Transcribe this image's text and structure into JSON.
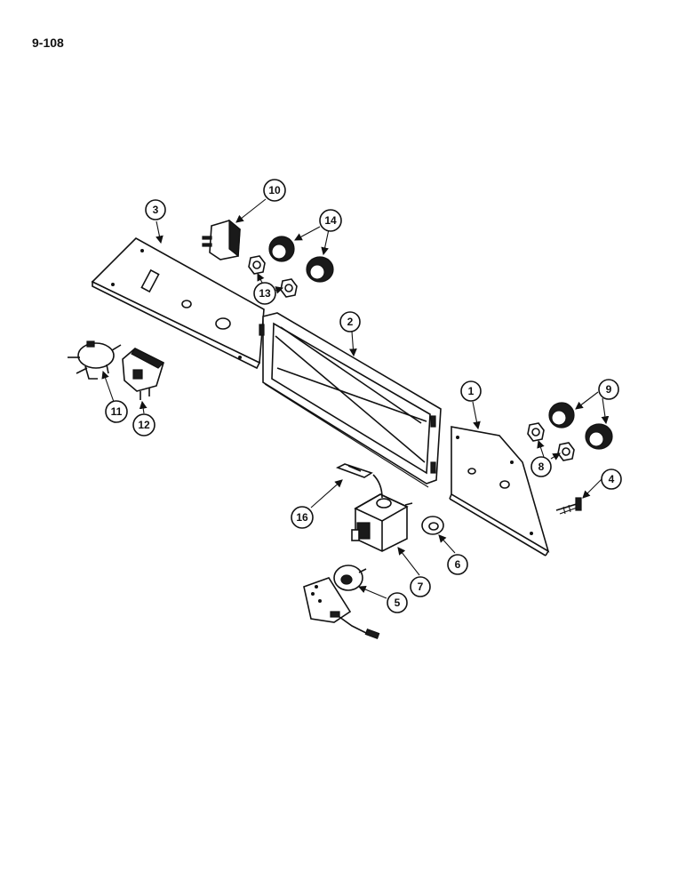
{
  "page_id": "9-108",
  "callouts": [
    "1",
    "2",
    "3",
    "4",
    "5",
    "6",
    "7",
    "8",
    "9",
    "10",
    "11",
    "12",
    "13",
    "14",
    "16"
  ],
  "colors": {
    "ink": "#111111",
    "paper": "#ffffff"
  }
}
